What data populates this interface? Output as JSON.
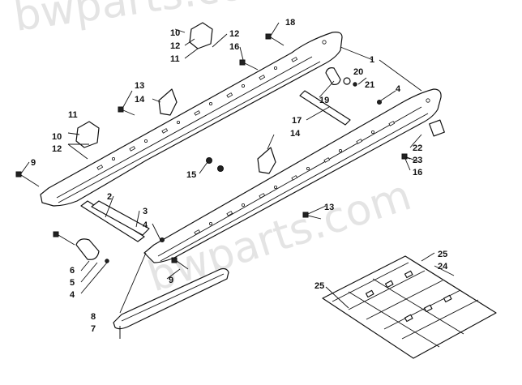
{
  "watermark": {
    "text": "bwparts.com"
  },
  "callouts": [
    {
      "id": "c1",
      "label": "1"
    },
    {
      "id": "c2",
      "label": "2"
    },
    {
      "id": "c3",
      "label": "3"
    },
    {
      "id": "c4a",
      "label": "4"
    },
    {
      "id": "c4b",
      "label": "4"
    },
    {
      "id": "c4c",
      "label": "4"
    },
    {
      "id": "c5",
      "label": "5"
    },
    {
      "id": "c6",
      "label": "6"
    },
    {
      "id": "c7",
      "label": "7"
    },
    {
      "id": "c8",
      "label": "8"
    },
    {
      "id": "c9a",
      "label": "9"
    },
    {
      "id": "c9b",
      "label": "9"
    },
    {
      "id": "c10a",
      "label": "10"
    },
    {
      "id": "c10b",
      "label": "10"
    },
    {
      "id": "c11a",
      "label": "11"
    },
    {
      "id": "c11b",
      "label": "11"
    },
    {
      "id": "c12a",
      "label": "12"
    },
    {
      "id": "c12b",
      "label": "12"
    },
    {
      "id": "c12c",
      "label": "12"
    },
    {
      "id": "c13a",
      "label": "13"
    },
    {
      "id": "c13b",
      "label": "13"
    },
    {
      "id": "c14a",
      "label": "14"
    },
    {
      "id": "c14b",
      "label": "14"
    },
    {
      "id": "c15",
      "label": "15"
    },
    {
      "id": "c16a",
      "label": "16"
    },
    {
      "id": "c16b",
      "label": "16"
    },
    {
      "id": "c17",
      "label": "17"
    },
    {
      "id": "c18",
      "label": "18"
    },
    {
      "id": "c19",
      "label": "19"
    },
    {
      "id": "c20",
      "label": "20"
    },
    {
      "id": "c21",
      "label": "21"
    },
    {
      "id": "c22",
      "label": "22"
    },
    {
      "id": "c23",
      "label": "23"
    },
    {
      "id": "c24",
      "label": "24"
    },
    {
      "id": "c25a",
      "label": "25"
    },
    {
      "id": "c25b",
      "label": "25"
    }
  ]
}
